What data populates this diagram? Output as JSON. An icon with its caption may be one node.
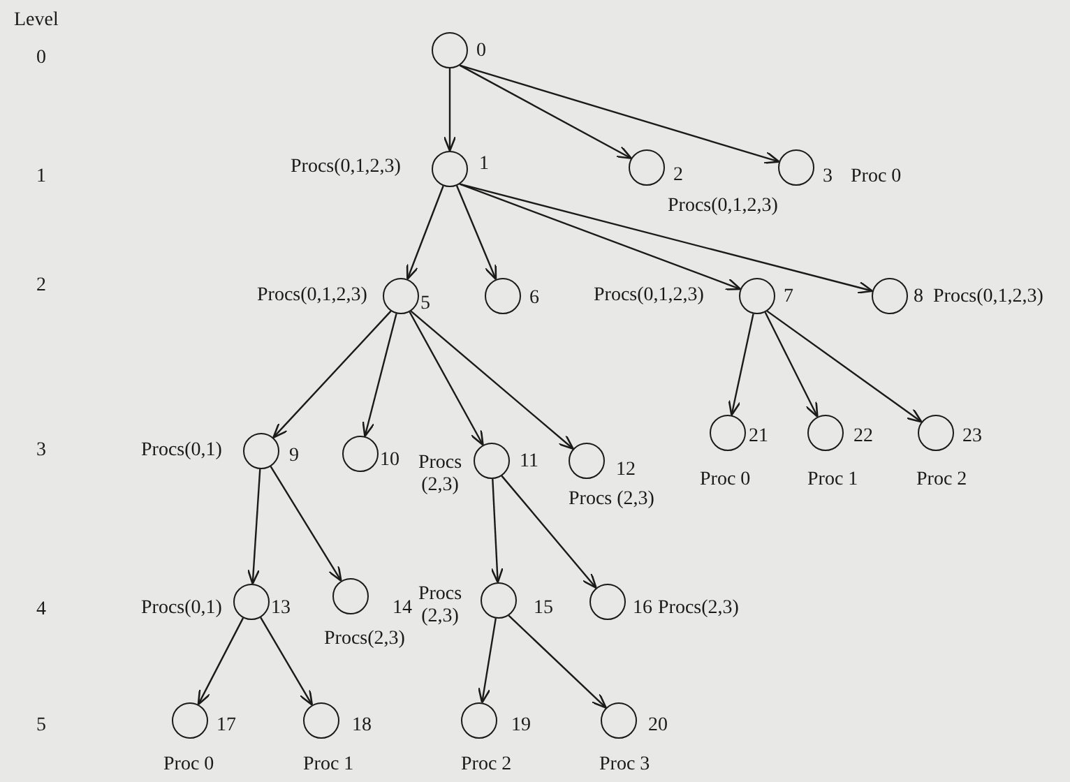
{
  "diagram": {
    "nodes": [
      {
        "text": [],
        "shape": "circle",
        "beside": [
          "0"
        ]
      },
      {
        "text": [],
        "shape": "circle",
        "beside": [
          "Procs(0,1,2,3)",
          "1"
        ]
      },
      {
        "text": [],
        "shape": "circle",
        "beside": [
          "2",
          "Procs(0,1,2,3)"
        ]
      },
      {
        "text": [],
        "shape": "circle",
        "beside": [
          "3",
          "Proc 0"
        ]
      },
      {
        "text": [],
        "shape": "circle",
        "beside": [
          "Procs(0,1,2,3)",
          "5"
        ]
      },
      {
        "text": [],
        "shape": "circle",
        "beside": [
          "6"
        ]
      },
      {
        "text": [],
        "shape": "circle",
        "beside": [
          "Procs(0,1,2,3)",
          "7"
        ]
      },
      {
        "text": [],
        "shape": "circle",
        "beside": [
          "8",
          "Procs(0,1,2,3)"
        ]
      },
      {
        "text": [],
        "shape": "circle",
        "beside": [
          "Procs(0,1)",
          "9"
        ]
      },
      {
        "text": [],
        "shape": "circle",
        "beside": [
          "10"
        ]
      },
      {
        "text": [],
        "shape": "circle",
        "beside": [
          "Procs (2,3)",
          "11"
        ]
      },
      {
        "text": [],
        "shape": "circle",
        "beside": [
          "12",
          "Procs (2,3)"
        ]
      },
      {
        "text": [],
        "shape": "circle",
        "beside": [
          "21",
          "Proc 0"
        ]
      },
      {
        "text": [],
        "shape": "circle",
        "beside": [
          "22",
          "Proc 1"
        ]
      },
      {
        "text": [],
        "shape": "circle",
        "beside": [
          "23",
          "Proc 2"
        ]
      },
      {
        "text": [],
        "shape": "circle",
        "beside": [
          "Procs(0,1)",
          "13"
        ]
      },
      {
        "text": [],
        "shape": "circle",
        "beside": [
          "14",
          "Procs(2,3)"
        ]
      },
      {
        "text": [],
        "shape": "circle",
        "beside": [
          "Procs (2,3)",
          "15"
        ]
      },
      {
        "text": [],
        "shape": "circle",
        "beside": [
          "16",
          "Procs(2,3)"
        ]
      },
      {
        "text": [],
        "shape": "circle",
        "beside": [
          "17",
          "Proc 0"
        ]
      },
      {
        "text": [],
        "shape": "circle",
        "beside": [
          "18",
          "Proc 1"
        ]
      },
      {
        "text": [],
        "shape": "circle",
        "beside": [
          "19",
          "Proc 2"
        ]
      },
      {
        "text": [],
        "shape": "circle",
        "beside": [
          "20",
          "Proc 3"
        ]
      }
    ],
    "edges": [
      {
        "from": 0,
        "to": 1,
        "arrow": "to"
      },
      {
        "from": 0,
        "to": 2,
        "arrow": "to"
      },
      {
        "from": 0,
        "to": 3,
        "arrow": "to"
      },
      {
        "from": 1,
        "to": 4,
        "arrow": "to"
      },
      {
        "from": 1,
        "to": 5,
        "arrow": "to"
      },
      {
        "from": 1,
        "to": 6,
        "arrow": "to"
      },
      {
        "from": 1,
        "to": 7,
        "arrow": "to"
      },
      {
        "from": 4,
        "to": 8,
        "arrow": "to"
      },
      {
        "from": 4,
        "to": 9,
        "arrow": "to"
      },
      {
        "from": 4,
        "to": 10,
        "arrow": "to"
      },
      {
        "from": 4,
        "to": 11,
        "arrow": "to"
      },
      {
        "from": 6,
        "to": 12,
        "arrow": "to"
      },
      {
        "from": 6,
        "to": 13,
        "arrow": "to"
      },
      {
        "from": 6,
        "to": 14,
        "arrow": "to"
      },
      {
        "from": 8,
        "to": 15,
        "arrow": "to"
      },
      {
        "from": 8,
        "to": 16,
        "arrow": "to"
      },
      {
        "from": 10,
        "to": 17,
        "arrow": "to"
      },
      {
        "from": 10,
        "to": 18,
        "arrow": "to"
      },
      {
        "from": 15,
        "to": 19,
        "arrow": "to"
      },
      {
        "from": 15,
        "to": 20,
        "arrow": "to"
      },
      {
        "from": 17,
        "to": 21,
        "arrow": "to"
      },
      {
        "from": 17,
        "to": 22,
        "arrow": "to"
      }
    ],
    "labels": [
      "Level",
      "0",
      "1",
      "2",
      "3",
      "4",
      "5"
    ]
  }
}
